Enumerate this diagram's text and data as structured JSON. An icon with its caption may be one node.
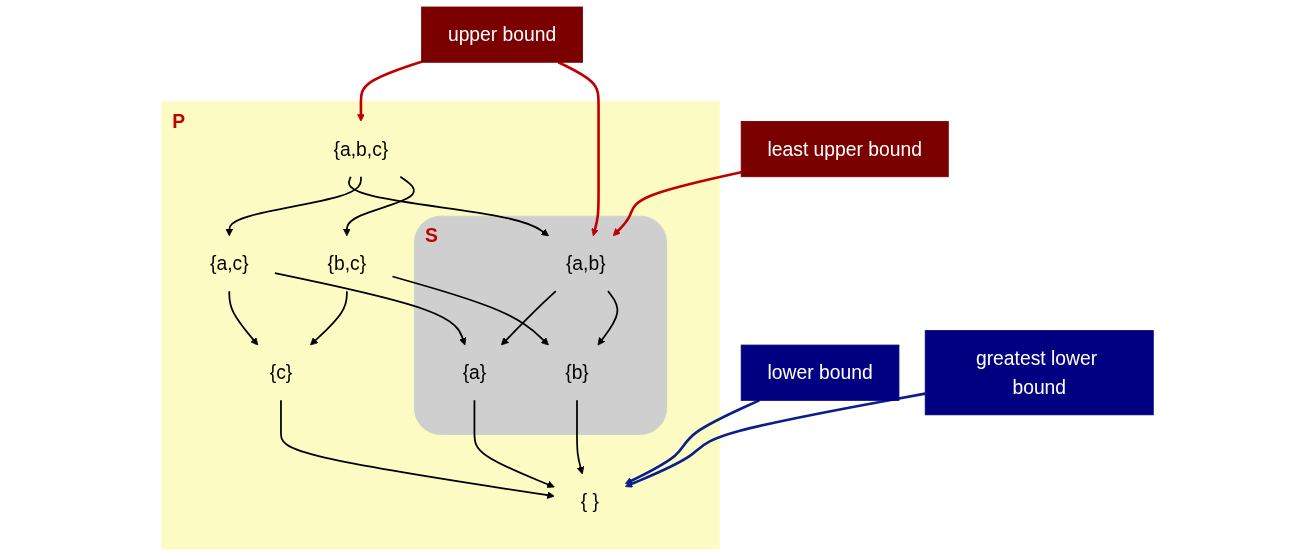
{
  "diagram": {
    "nodes": [
      {
        "text": [
          "P"
        ]
      },
      {
        "text": [
          "S"
        ],
        "in": 0
      },
      {
        "text": [
          "{a,b,c}"
        ],
        "in": 0
      },
      {
        "text": [
          "{a,b}"
        ],
        "in": 1
      },
      {
        "text": [
          "{a,c}"
        ],
        "in": 0
      },
      {
        "text": [
          "{b,c}"
        ],
        "in": 0
      },
      {
        "text": [
          "{a}"
        ],
        "in": 1
      },
      {
        "text": [
          "{b}"
        ],
        "in": 1
      },
      {
        "text": [
          "{c}"
        ],
        "in": 0
      },
      {
        "text": [
          "{ }"
        ],
        "in": 0
      },
      {
        "text": [
          "upper bound"
        ]
      },
      {
        "text": [
          "least upper bound"
        ]
      },
      {
        "text": [
          "lower bound"
        ]
      },
      {
        "text": [
          "greatest lower bound"
        ]
      }
    ],
    "edges": [
      {
        "from": 2,
        "to": 3,
        "arrow": "to"
      },
      {
        "from": 2,
        "to": 4,
        "arrow": "to"
      },
      {
        "from": 2,
        "to": 5,
        "arrow": "to"
      },
      {
        "from": 3,
        "to": 6,
        "arrow": "to"
      },
      {
        "from": 3,
        "to": 7,
        "arrow": "to"
      },
      {
        "from": 4,
        "to": 6,
        "arrow": "to"
      },
      {
        "from": 4,
        "to": 8,
        "arrow": "to"
      },
      {
        "from": 5,
        "to": 7,
        "arrow": "to"
      },
      {
        "from": 5,
        "to": 8,
        "arrow": "to"
      },
      {
        "from": 6,
        "to": 9,
        "arrow": "to"
      },
      {
        "from": 7,
        "to": 9,
        "arrow": "to"
      },
      {
        "from": 8,
        "to": 9,
        "arrow": "to"
      },
      {
        "from": 10,
        "to": 2,
        "arrow": "to",
        "color": "#c00000"
      },
      {
        "from": 10,
        "to": 3,
        "arrow": "to",
        "color": "#c00000"
      },
      {
        "from": 11,
        "to": 3,
        "arrow": "to",
        "color": "#c00000"
      },
      {
        "from": 12,
        "to": 9,
        "arrow": "to",
        "color": "#0a1e8c"
      },
      {
        "from": 13,
        "to": 9,
        "arrow": "to",
        "color": "#0a1e8c"
      }
    ]
  }
}
